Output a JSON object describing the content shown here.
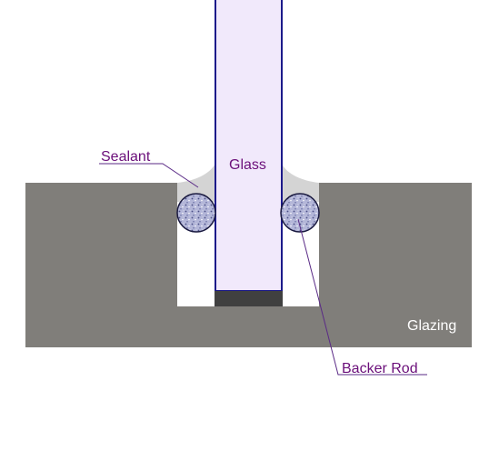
{
  "labels": {
    "sealant": "Sealant",
    "glass": "Glass",
    "glazing": "Glazing",
    "backer_rod": "Backer Rod"
  },
  "colors": {
    "frame": "#807e7a",
    "glass_fill": "#f1e9fb",
    "glass_edge": "#1c1a8a",
    "sealant": "#d4d4d4",
    "backer_rod": "#b3b6d8",
    "setting_block": "#404040",
    "label_purple": "#6b0f7a",
    "leader_purple": "#5a2a86",
    "glazing_text": "#ffffff"
  }
}
